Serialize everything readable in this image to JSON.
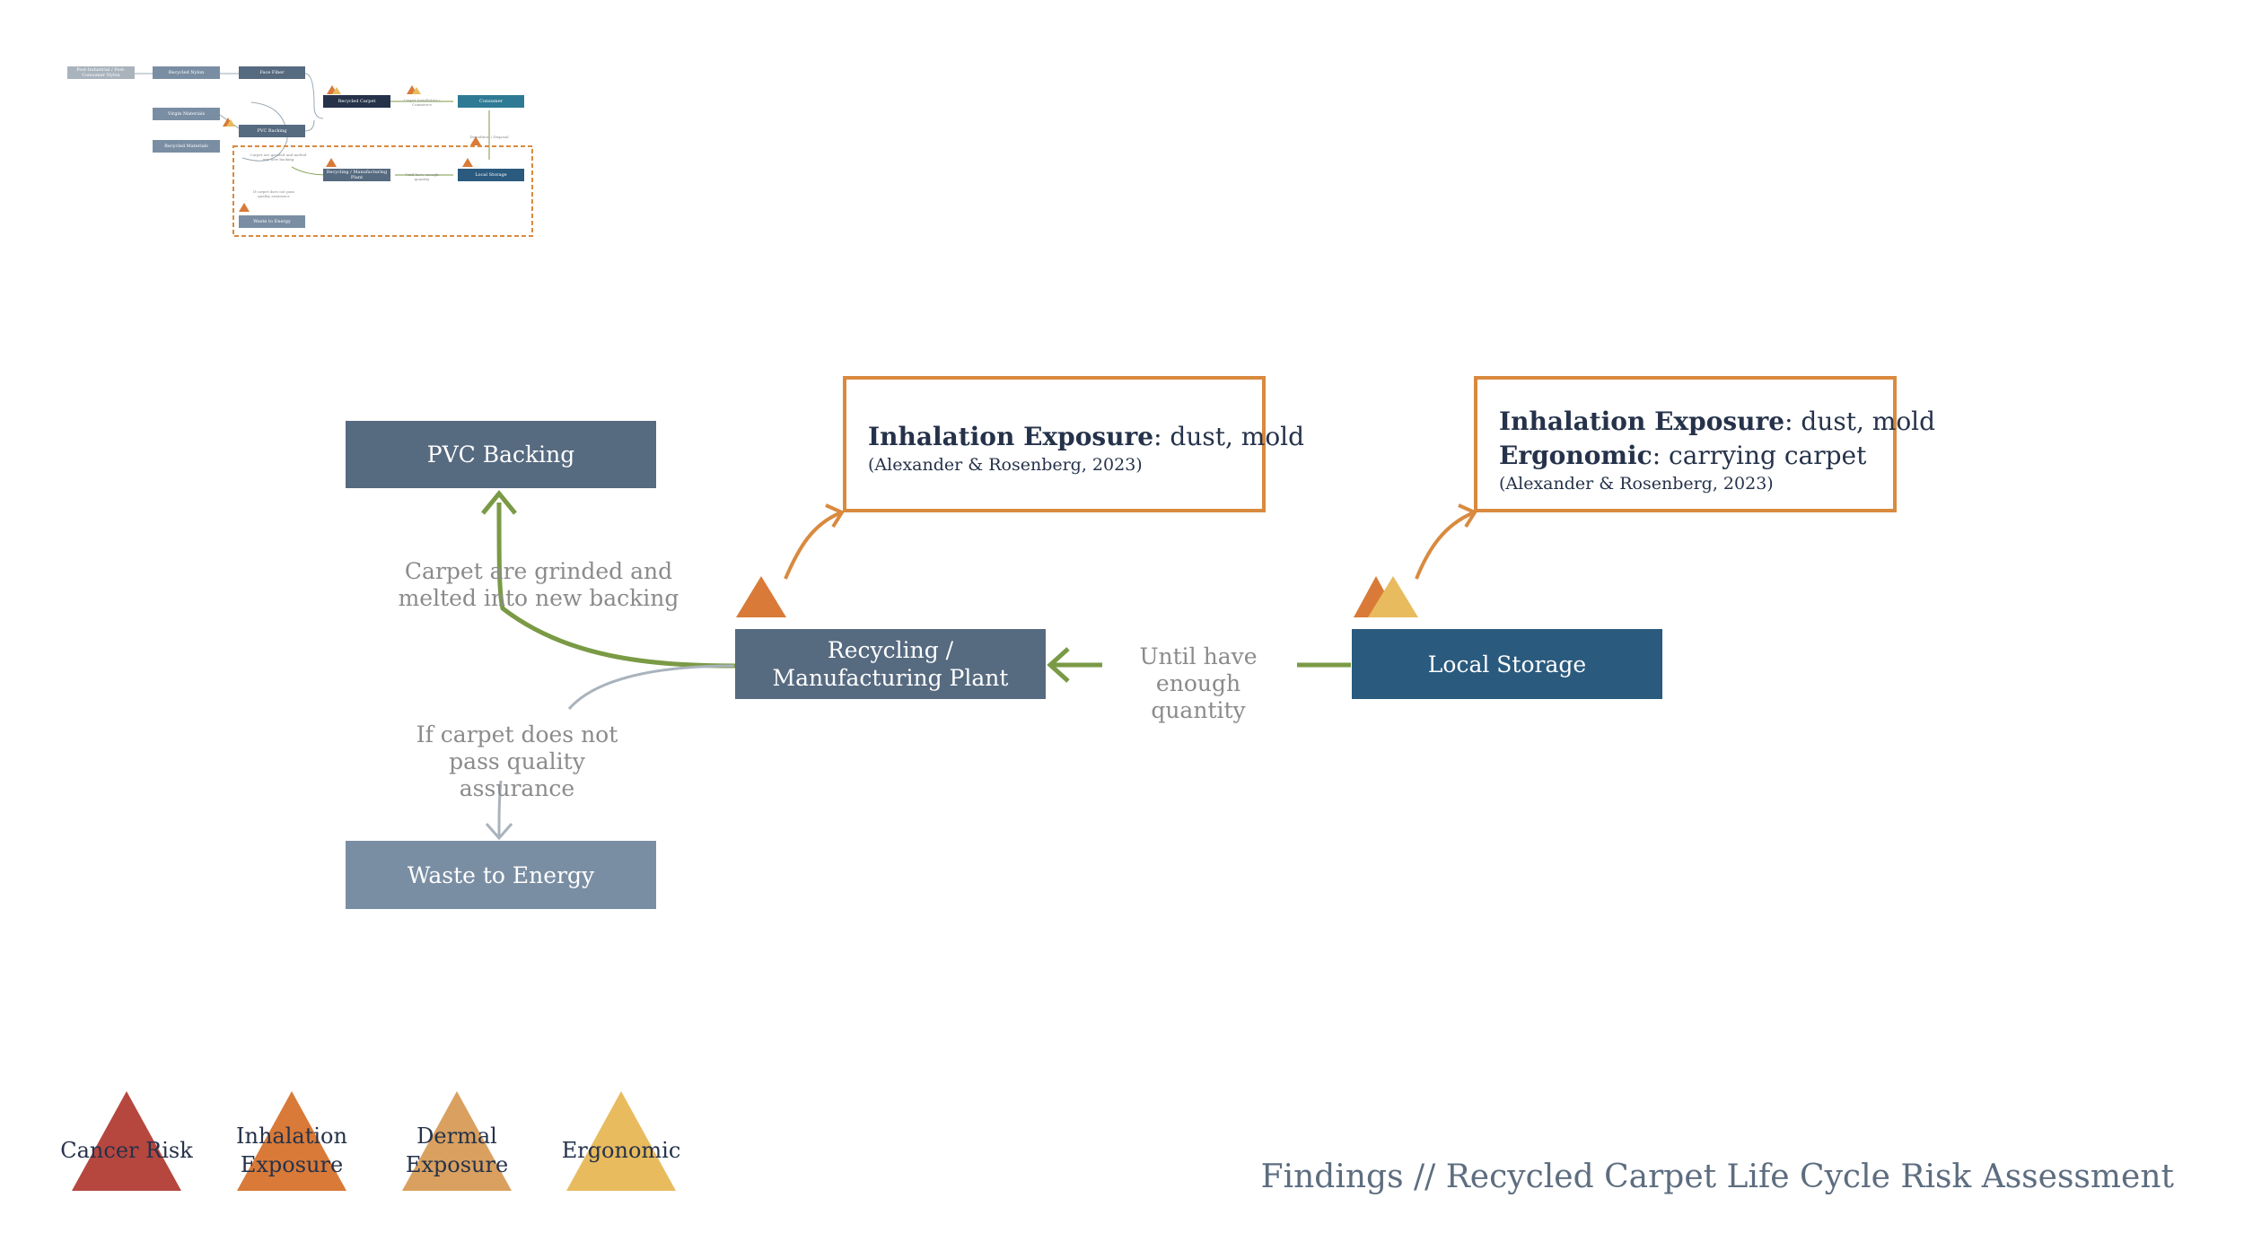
{
  "diagram": {
    "pvc_backing": "PVC Backing",
    "recycling_plant": "Recycling / Manufacturing Plant",
    "local_storage": "Local Storage",
    "waste_to_energy": "Waste to Energy",
    "note_grind": "Carpet are grinded and melted into new backing",
    "note_quality": "If carpet does not pass quality assurance",
    "note_quantity": "Until have enough quantity"
  },
  "callouts": {
    "plant": {
      "label": "Inhalation Exposure",
      "text": ": dust, mold",
      "citation": "(Alexander & Rosenberg, 2023)"
    },
    "storage": {
      "label1": "Inhalation Exposure",
      "text1": ": dust, mold",
      "label2": "Ergonomic",
      "text2": ": carrying carpet",
      "citation": "(Alexander & Rosenberg, 2023)"
    }
  },
  "overview": {
    "post_industrial": "Post-Industrial / Post-Consumer Nylon",
    "recycled_nylon": "Recycled Nylon",
    "face_fiber": "Face Fiber",
    "virgin_materials": "Virgin Materials",
    "recycled_materials": "Recycled Materials",
    "pvc_backing": "PVC Backing",
    "recycled_carpet": "Recycled Carpet",
    "consumer": "Consumer",
    "carpet_installation": "Carpet Installation / Commerce",
    "demolition": "Demolition / Disposal",
    "recycling_plant": "Recycling / Manufacturing Plant",
    "local_storage": "Local Storage",
    "until_have": "Until have enough quantity",
    "grind": "Carpet are grinded and melted into new backing",
    "quality": "If carpet does not pass quality assurance",
    "waste_to_energy": "Waste to Energy"
  },
  "legend": {
    "cancer": "Cancer Risk",
    "inhalation": "Inhalation Exposure",
    "dermal": "Dermal Exposure",
    "ergonomic": "Ergonomic"
  },
  "footer": "Findings // Recycled Carpet Life Cycle Risk Assessment",
  "colors": {
    "cancer": "#b5473f",
    "inhalation": "#d97a38",
    "dermal": "#d9a05f",
    "ergonomic": "#e8bb5e",
    "callout_border": "#d98a3f",
    "green_arrow": "#7a9a45",
    "grey_arrow": "#a9b3bc"
  }
}
